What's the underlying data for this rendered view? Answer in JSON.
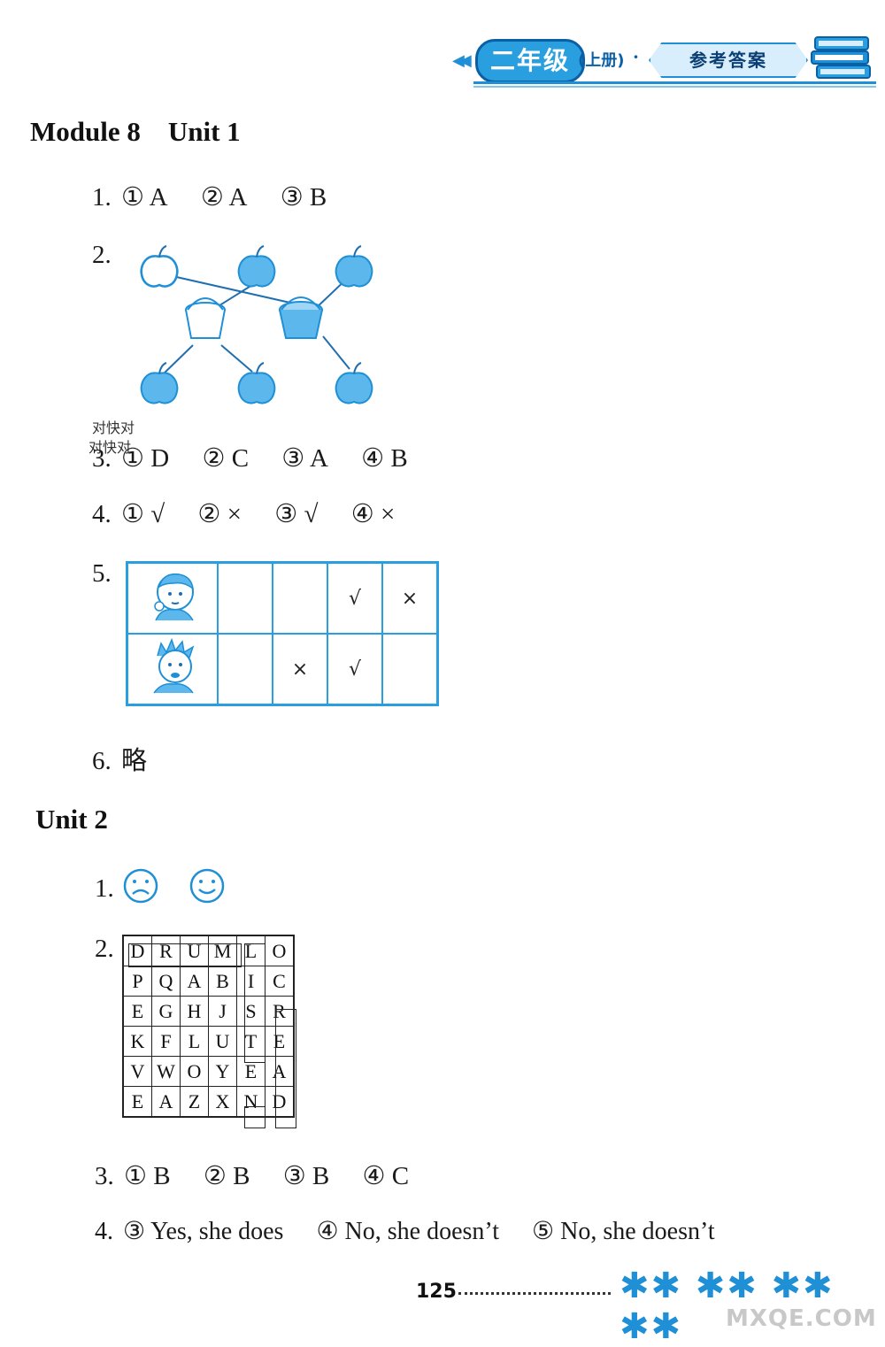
{
  "header": {
    "grade": "二年级",
    "term": "(上册)",
    "dot": "·",
    "answer_label": "参考答案",
    "arrows": "◀◀"
  },
  "module8": {
    "title": "Module 8    Unit 1",
    "q1": {
      "num": "1.",
      "items": [
        "① A",
        "② A",
        "③ B"
      ]
    },
    "q2": {
      "num": "2."
    },
    "faint_labels": [
      "对快对",
      "对快对"
    ],
    "q3": {
      "num": "3.",
      "items": [
        "① D",
        "② C",
        "③ A",
        "④ B"
      ]
    },
    "q4": {
      "num": "4.",
      "items": [
        "① √",
        "② ×",
        "③ √",
        "④ ×"
      ]
    },
    "q5": {
      "num": "5.",
      "rows": [
        {
          "face": "boy-face-icon",
          "cells": [
            "",
            "",
            "√",
            "×"
          ]
        },
        {
          "face": "spiky-boy-face-icon",
          "cells": [
            "",
            "×",
            "√",
            ""
          ]
        }
      ]
    },
    "q6": {
      "num": "6.",
      "text": "略"
    }
  },
  "unit2": {
    "title": "Unit 2",
    "q1": {
      "num": "1.",
      "faces": [
        "sad-face-icon",
        "happy-face-icon"
      ]
    },
    "q2": {
      "num": "2.",
      "grid": [
        [
          "D",
          "R",
          "U",
          "M",
          "L",
          "O"
        ],
        [
          "P",
          "Q",
          "A",
          "B",
          "I",
          "C"
        ],
        [
          "E",
          "G",
          "H",
          "J",
          "S",
          "R"
        ],
        [
          "K",
          "F",
          "L",
          "U",
          "T",
          "E"
        ],
        [
          "V",
          "W",
          "O",
          "Y",
          "E",
          "A"
        ],
        [
          "E",
          "A",
          "Z",
          "X",
          "N",
          "D"
        ]
      ]
    },
    "q3": {
      "num": "3.",
      "items": [
        "① B",
        "② B",
        "③ B",
        "④ C"
      ]
    },
    "q4": {
      "num": "4.",
      "items": [
        "③ Yes, she does",
        "④ No, she doesn’t",
        "⑤ No, she doesn’t"
      ]
    }
  },
  "footer": {
    "page": "125",
    "stars": "✱✱ ✱✱ ✱✱ ✱✱",
    "watermark": "MXQE.COM"
  },
  "colors": {
    "accent": "#2a9fe0",
    "accent_dark": "#0b5fa5",
    "ink": "#1a1a1a"
  }
}
